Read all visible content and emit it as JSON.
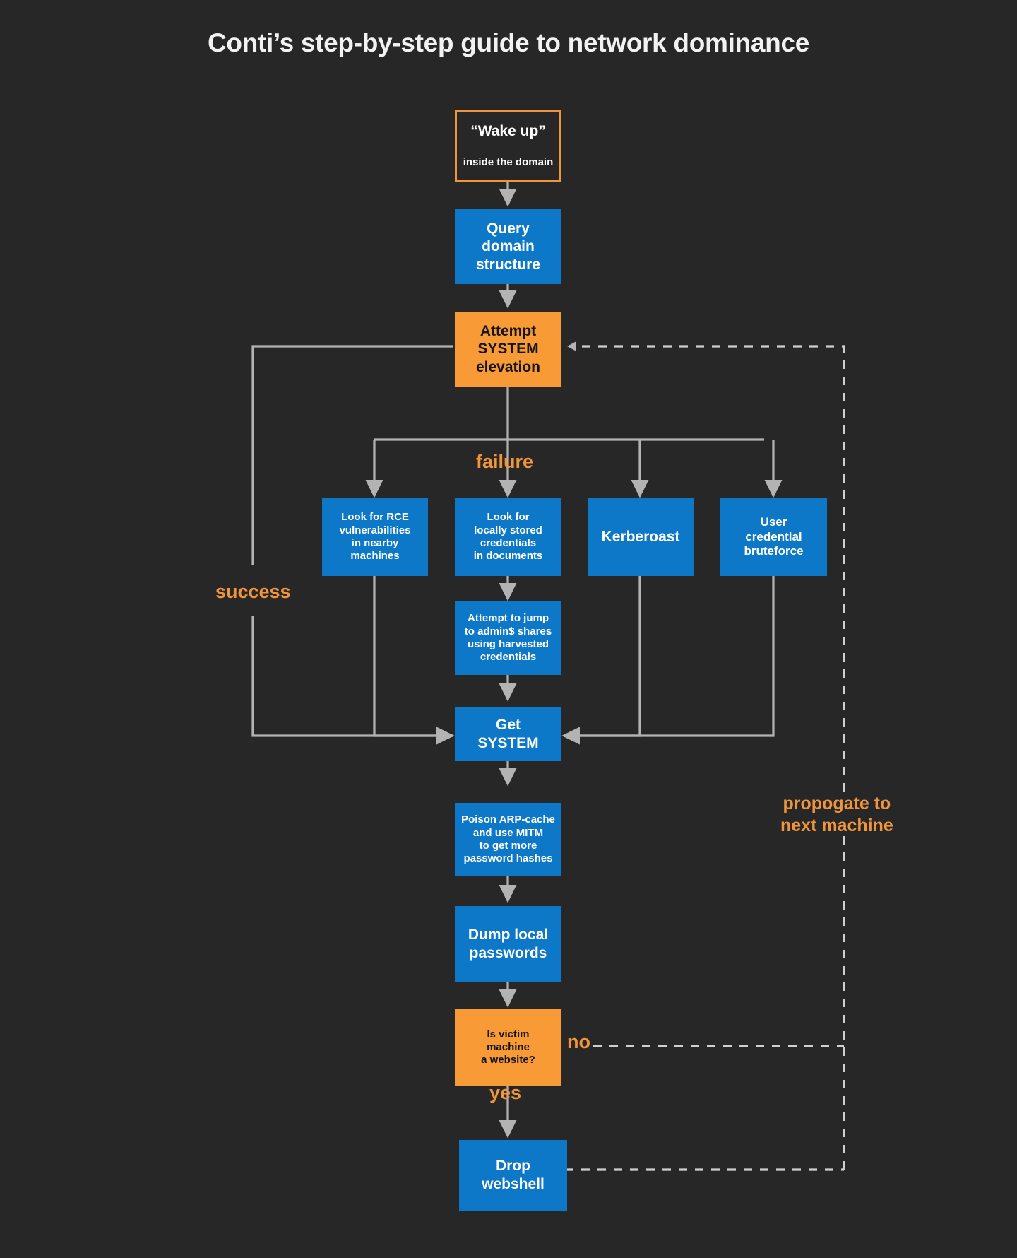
{
  "page": {
    "title": "Conti’s step-by-step guide to network dominance",
    "background_color": "#272727",
    "accent_orange": "#f89a35",
    "accent_blue": "#0e78c8",
    "wire_color": "#b3b3b3",
    "label_color": "#f0953b"
  },
  "nodes": {
    "wake_up": {
      "line1": "“Wake up”",
      "line2": "inside the domain",
      "style": "outline"
    },
    "query_domain": {
      "label": "Query\ndomain\nstructure",
      "style": "blue"
    },
    "attempt_system": {
      "label": "Attempt\nSYSTEM\nelevation",
      "style": "orange"
    },
    "look_rce": {
      "label": "Look for RCE\nvulnerabilities\nin nearby\nmachines",
      "style": "blue"
    },
    "look_local_creds": {
      "label": "Look for\nlocally stored\ncredentials\nin documents",
      "style": "blue"
    },
    "kerberoast": {
      "label": "Kerberoast",
      "style": "blue"
    },
    "bruteforce": {
      "label": "User\ncredential\nbruteforce",
      "style": "blue"
    },
    "admin_shares": {
      "label": "Attempt to jump\nto admin$ shares\nusing harvested\ncredentials",
      "style": "blue"
    },
    "get_system": {
      "label": "Get\nSYSTEM",
      "style": "blue"
    },
    "arp_mitm": {
      "label": "Poison ARP-cache\nand use MITM\nto get more\npassword hashes",
      "style": "blue"
    },
    "dump_passwords": {
      "label": "Dump local\npasswords",
      "style": "blue"
    },
    "is_website": {
      "label": "Is victim\nmachine\na website?",
      "style": "orange"
    },
    "drop_webshell": {
      "label": "Drop\nwebshell",
      "style": "blue"
    }
  },
  "edge_labels": {
    "failure": "failure",
    "success": "success",
    "yes": "yes",
    "no": "no",
    "propagate": "propogate to\nnext machine"
  }
}
